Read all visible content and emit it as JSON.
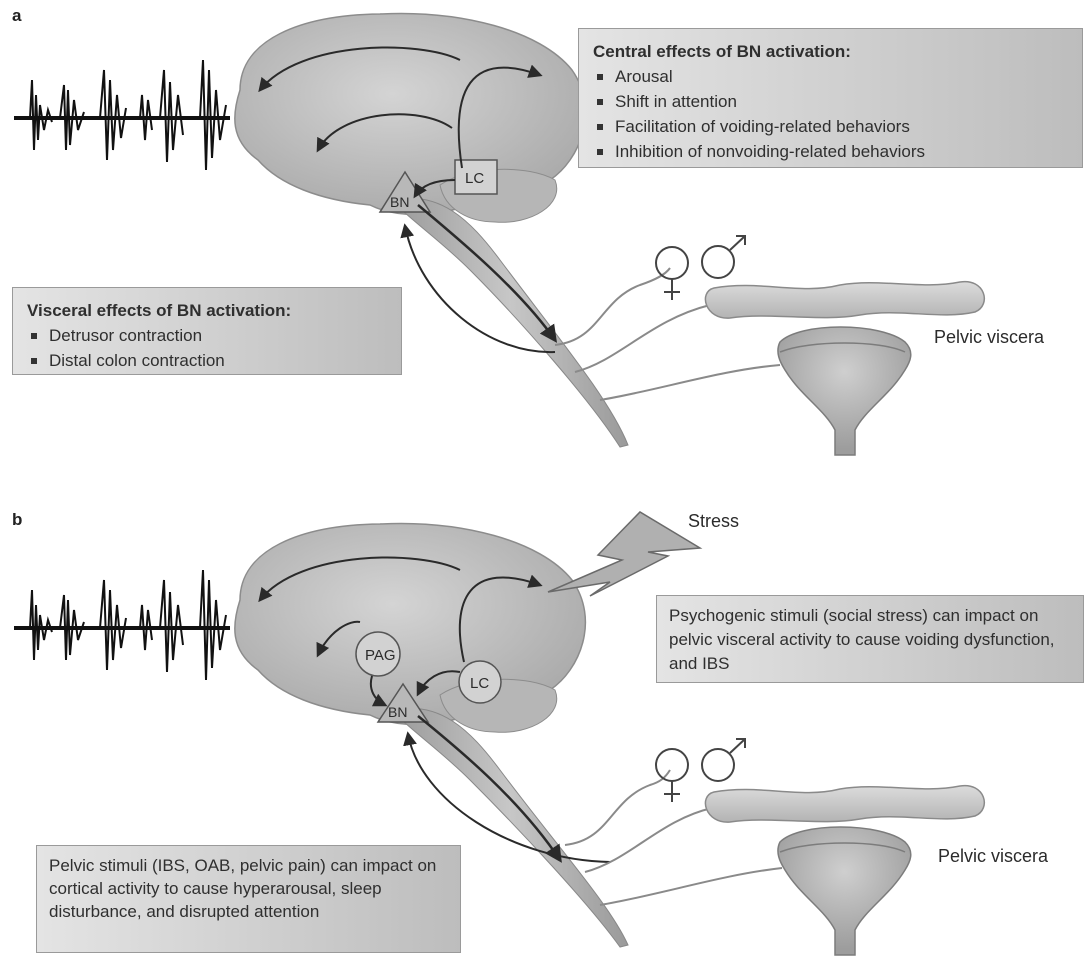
{
  "panel_a": {
    "letter": "a",
    "central_box": {
      "heading": "Central effects of BN activation:",
      "items": [
        "Arousal",
        "Shift in attention",
        "Facilitation of voiding-related behaviors",
        "Inhibition of nonvoiding-related behaviors"
      ]
    },
    "visceral_box": {
      "heading": "Visceral effects of BN activation:",
      "items": [
        "Detrusor contraction",
        "Distal colon contraction"
      ]
    },
    "lc_label": "LC",
    "bn_label": "BN",
    "pelvic_label": "Pelvic viscera"
  },
  "panel_b": {
    "letter": "b",
    "stress_label": "Stress",
    "psychogenic_box": "Psychogenic stimuli (social stress) can impact on pelvic visceral activity to cause voiding dysfunction, and IBS",
    "pelvic_stimuli_box": "Pelvic stimuli (IBS, OAB, pelvic pain) can impact on cortical activity to cause hyperarousal, sleep disturbance, and disrupted attention",
    "pag_label": "PAG",
    "lc_label": "LC",
    "bn_label": "BN",
    "pelvic_label": "Pelvic viscera"
  },
  "colors": {
    "brain": "#bdbdbd",
    "cord": "#a8a8a8",
    "box": "#cfcfcf",
    "text": "#2b2b2b"
  }
}
